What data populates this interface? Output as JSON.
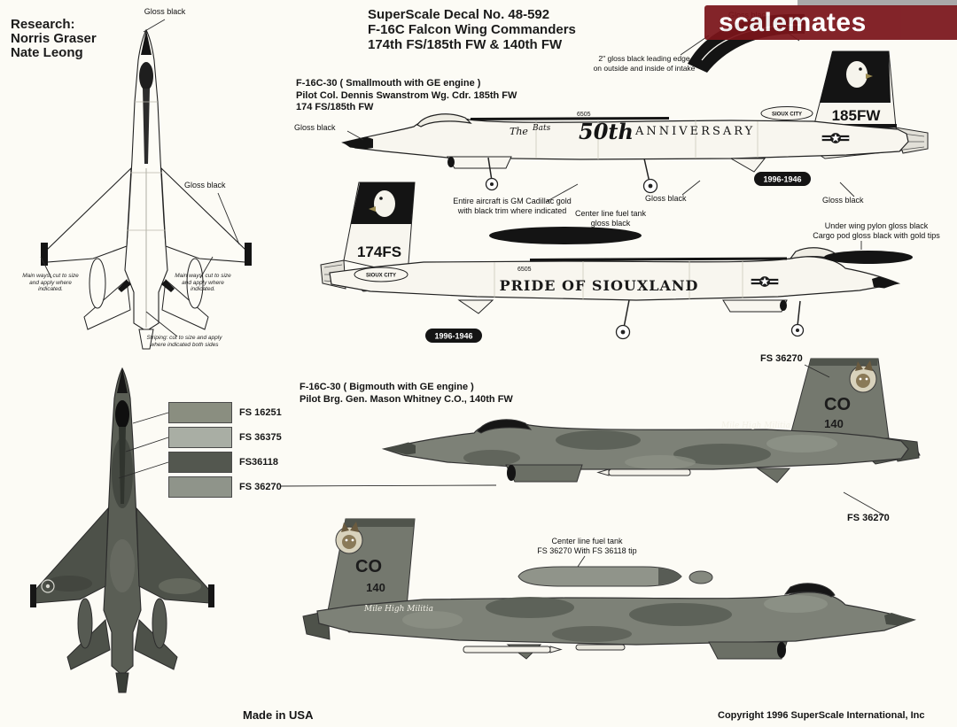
{
  "header": {
    "line1": "SuperScale Decal No. 48-592",
    "line2": "F-16C Falcon Wing Commanders",
    "line3": "174th FS/185th FW & 140th FW"
  },
  "research": {
    "title": "Research:",
    "name1": "Norris Graser",
    "name2": "Nate Leong"
  },
  "watermark": {
    "text": "scalemates",
    "bg": "#7a141a"
  },
  "topview": {
    "label_nose": "Gloss black",
    "label_wing": "Gloss black",
    "note_left": "Main ways: cut to size and apply where indicated.",
    "note_right": "Main ways: cut to size and apply where indicated.",
    "note_striping": "Striping: cut to size and apply where indicated both sides"
  },
  "plane1": {
    "caption1": "F-16C-30 ( Smallmouth with GE engine )",
    "caption2": "Pilot Col. Dennis Swanstrom Wg. Cdr. 185th FW",
    "caption3": "174 FS/185th FW",
    "label_nose": "Gloss black",
    "label_tail_top": "Gloss black",
    "intake_note1": "2\" gloss black  leading edge",
    "intake_note2": "on outside and inside of intake",
    "tail_code": "185FW",
    "script_the": "The",
    "script_bats": "Bats",
    "anniv_50": "50th",
    "anniv_word": "ANNIVERSARY",
    "sioux_city": "SIOUX CITY",
    "serial": "6505",
    "badge": "1996-1946",
    "label_mid": "Gloss black",
    "label_tail": "Gloss black"
  },
  "notes": {
    "gold1": "Entire aircraft is GM Cadillac gold",
    "gold2": "with black trim where indicated",
    "tank1a": "Center line fuel tank",
    "tank1b": "gloss black",
    "pylon1": "Under wing pylon gloss black",
    "pylon2": "Cargo pod gloss black with gold tips"
  },
  "plane2": {
    "tail_code": "174FS",
    "sioux_city": "SIOUX CITY",
    "slogan": "PRIDE OF SIOUXLAND",
    "serial": "6505",
    "badge": "1996-1946"
  },
  "lower": {
    "caption1": "F-16C-30 ( Bigmouth with GE engine )",
    "caption2": "Pilot Brg. Gen. Mason Whitney C.O., 140th FW"
  },
  "colors": {
    "chips": [
      {
        "label": "FS 16251",
        "hex": "#8a8e80"
      },
      {
        "label": "FS 36375",
        "hex": "#a9aea4"
      },
      {
        "label": "FS36118",
        "hex": "#53574f"
      },
      {
        "label": "FS 36270",
        "hex": "#8f948a"
      }
    ]
  },
  "plane3": {
    "label_fin": "FS 36270",
    "tail_co": "CO",
    "tail_num": "140",
    "script": "Mile High Militia",
    "label_under": "FS 36270"
  },
  "tanknote": {
    "line1": "Center line fuel tank",
    "line2": "FS 36270 With FS 36118 tip"
  },
  "plane4": {
    "tail_co": "CO",
    "tail_num": "140",
    "script": "Mile High Militia"
  },
  "footer": {
    "made_in": "Made in USA",
    "copyright": "Copyright 1996 SuperScale International, Inc"
  }
}
